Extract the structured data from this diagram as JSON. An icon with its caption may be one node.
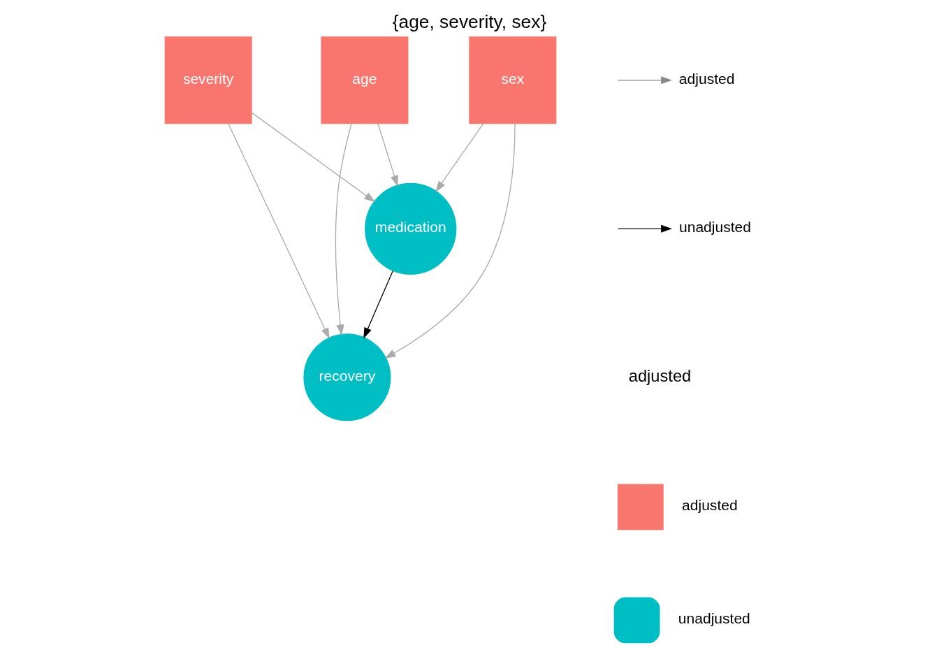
{
  "diagram": {
    "title": "{age, severity, sex}",
    "nodes": [
      {
        "text": [
          "severity"
        ]
      },
      {
        "text": [
          "recovery"
        ]
      },
      {
        "text": [
          "age"
        ]
      },
      {
        "text": [
          "medication"
        ]
      },
      {
        "text": [
          "sex"
        ]
      }
    ],
    "edges": [
      {
        "from": 0,
        "to": 1,
        "arrow": "to"
      },
      {
        "from": 0,
        "to": 3,
        "arrow": "to"
      },
      {
        "from": 2,
        "to": 1,
        "arrow": "to"
      },
      {
        "from": 2,
        "to": 3,
        "arrow": "to"
      },
      {
        "from": 3,
        "to": 1,
        "arrow": "to",
        "color": "#000000"
      },
      {
        "from": 4,
        "to": 3,
        "arrow": "to"
      },
      {
        "from": 4,
        "to": 1,
        "arrow": "to"
      }
    ],
    "labels": [
      "adjusted"
    ],
    "legend": [
      {
        "text": "adjusted"
      },
      {
        "text": "unadjusted"
      },
      {
        "text": "adjusted",
        "color": "#f8766d"
      },
      {
        "text": "unadjusted",
        "color": "#00bfc4"
      }
    ]
  }
}
